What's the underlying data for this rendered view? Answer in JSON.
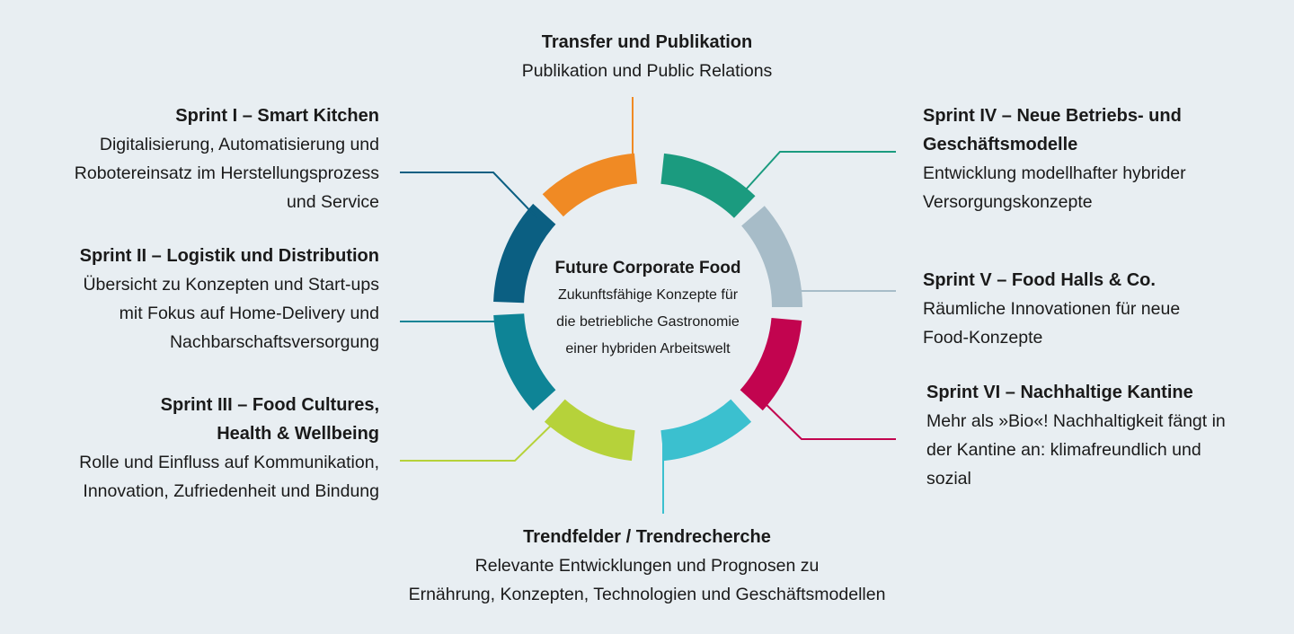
{
  "center": {
    "title": "Future Corporate Food",
    "lines": [
      "Zukunftsfähige Konzepte für",
      "die betriebliche Gastronomie",
      "einer hybriden Arbeitswelt"
    ]
  },
  "blocks": {
    "top": {
      "title": "Transfer und Publikation",
      "lines": [
        "Publikation und Public Relations"
      ],
      "color": "#f08a24"
    },
    "sprint1": {
      "title": "Sprint I – Smart Kitchen",
      "lines": [
        "Digitalisierung, Automatisierung und",
        "Robotereinsatz im Herstellungsprozess",
        "und Service"
      ],
      "color": "#0b5f82"
    },
    "sprint2": {
      "title": "Sprint II – Logistik und Distribution",
      "lines": [
        "Übersicht zu Konzepten und Start-ups",
        "mit Fokus auf Home-Delivery und",
        "Nachbarschaftsversorgung"
      ],
      "color": "#0e8496"
    },
    "sprint3": {
      "title": "Sprint III – Food Cultures,",
      "title2": "Health & Wellbeing",
      "lines": [
        "Rolle und Einfluss auf Kommunikation,",
        "Innovation, Zufriedenheit und Bindung"
      ],
      "color": "#b6d23a"
    },
    "sprint4": {
      "title": "Sprint IV – Neue Betriebs- und",
      "title2": "Geschäftsmodelle",
      "lines": [
        "Entwicklung modellhafter hybrider",
        "Versorgungskonzepte"
      ],
      "color": "#1b9b7f"
    },
    "sprint5": {
      "title": "Sprint V – Food Halls & Co.",
      "lines": [
        "Räumliche Innovationen für neue",
        "Food-Konzepte"
      ],
      "color": "#a7bcc8"
    },
    "sprint6": {
      "title": "Sprint VI – Nachhaltige Kantine",
      "lines": [
        "Mehr als »Bio«! Nachhaltigkeit fängt in",
        "der Kantine an: klimafreundlich und",
        "sozial"
      ],
      "color": "#c2044f"
    },
    "bottom": {
      "title": "Trendfelder / Trendrecherche",
      "lines": [
        "Relevante Entwicklungen und Prognosen zu",
        "Ernährung, Konzepten, Technologien und Geschäftsmodellen"
      ],
      "color": "#3bc0cf"
    }
  }
}
